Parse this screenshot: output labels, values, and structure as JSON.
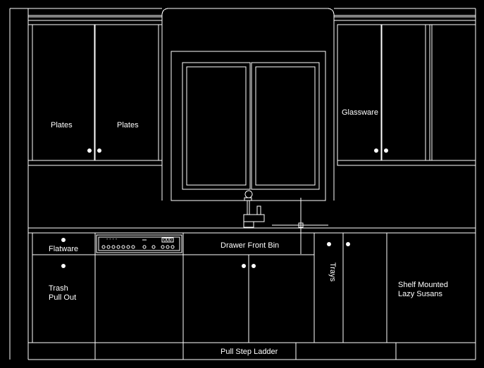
{
  "labels": {
    "plates_left": "Plates",
    "plates_right": "Plates",
    "glassware": "Glassware",
    "flatware": "Flatware",
    "drawer_front_bin": "Drawer Front Bin",
    "trash_line1": "Trash",
    "trash_line2": "Pull Out",
    "trays": "Trays",
    "lazy_line1": "Shelf Mounted",
    "lazy_line2": "Lazy Susans",
    "pull_step_ladder": "Pull Step Ladder"
  },
  "dishwasher_panel": {
    "display": "- - - -",
    "badge": "000"
  },
  "colors": {
    "background": "#000000",
    "line": "#ffffff"
  }
}
